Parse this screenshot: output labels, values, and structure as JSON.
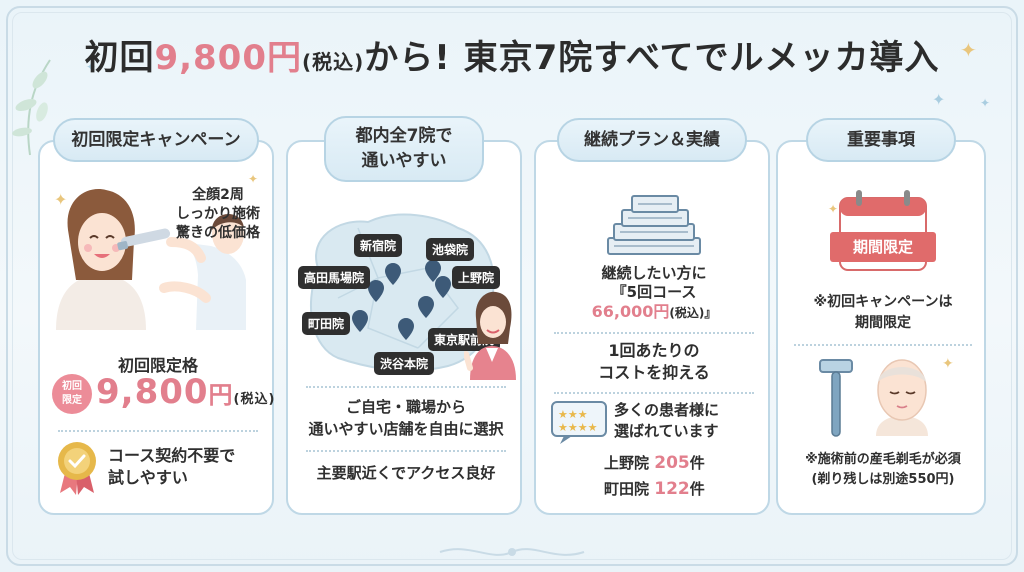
{
  "header": {
    "t1": "初回",
    "t2": "9,800円",
    "t3": "(税込)",
    "t4": "から! 東京7院すべてでルメッカ導入"
  },
  "cards": [
    {
      "tag": "初回限定キャンペーン",
      "illus": [
        "全顔2周",
        "しっかり施術",
        "驚きの低価格"
      ],
      "price_label": "初回限定格",
      "badge": [
        "初回",
        "限定"
      ],
      "price": "9,800",
      "yen": "円",
      "tax": "(税込)",
      "note": [
        "コース契約不要で",
        "試しやすい"
      ]
    },
    {
      "tag": [
        "都内全7院で",
        "通いやすい"
      ],
      "clinics": [
        "新宿院",
        "池袋院",
        "高田馬場院",
        "上野院",
        "町田院",
        "東京駅前院",
        "渋谷本院"
      ],
      "lines": [
        "ご自宅・職場から",
        "通いやすい店舗を自由に選択"
      ],
      "access": "主要駅近くでアクセス良好"
    },
    {
      "tag": "継続プラン＆実績",
      "plan": [
        "継続したい方に",
        "『5回コース"
      ],
      "plan_price": "66,000円",
      "plan_tax": "(税込)』",
      "cost": [
        "1回あたりの",
        "コストを抑える"
      ],
      "popular": [
        "多くの患者様に",
        "選ばれています"
      ],
      "stats": [
        {
          "name": "上野院",
          "value": "205",
          "unit": "件"
        },
        {
          "name": "町田院",
          "value": "122",
          "unit": "件"
        }
      ]
    },
    {
      "tag": "重要事項",
      "calendar_label": "期間限定",
      "note1": [
        "※初回キャンペーンは",
        "期間限定"
      ],
      "note2": [
        "※施術前の産毛剃毛が必須",
        "(剃り残しは別途550円)"
      ]
    }
  ],
  "colors": {
    "accent_pink": "#e27f8d",
    "border_blue": "#bfd8e6",
    "calendar_red": "#e06b6b"
  }
}
